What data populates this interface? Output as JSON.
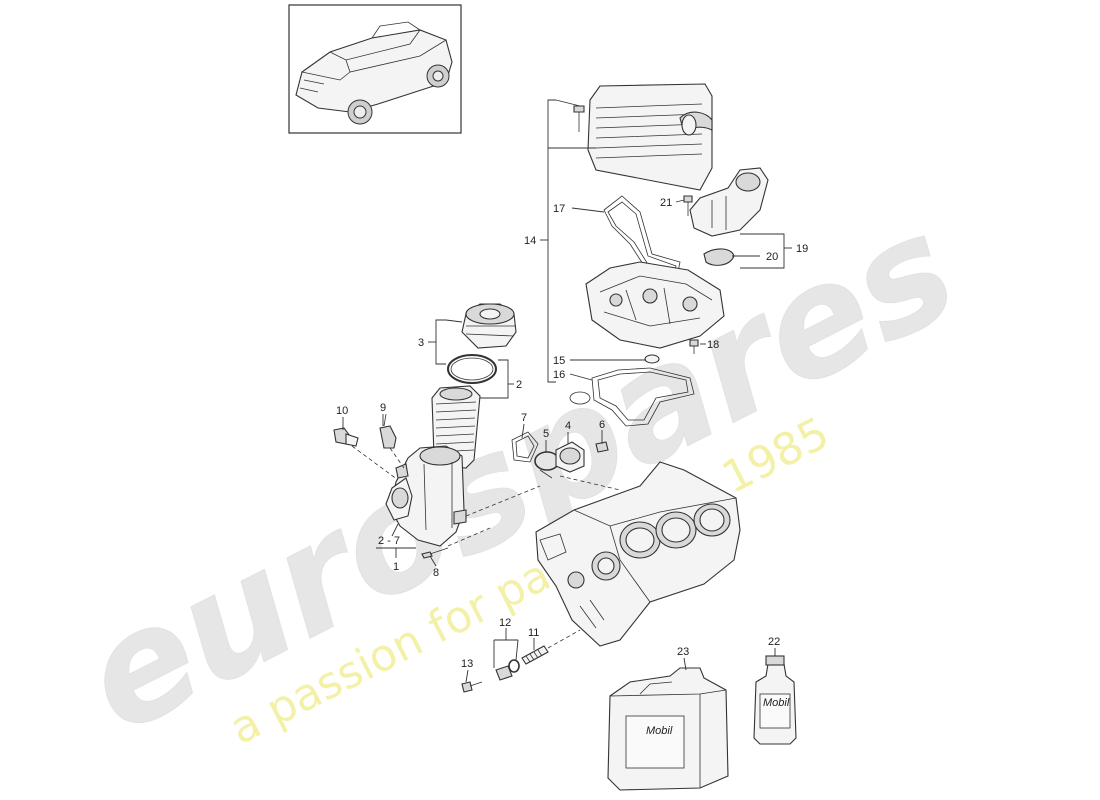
{
  "watermark": {
    "brand_text": "eurospares",
    "tagline_text": "a passion for parts since 1985",
    "brand_color": "#e6e6e6",
    "tagline_color": "#f3f1a8"
  },
  "callouts": {
    "c1": "1",
    "c2": "2",
    "c2_7": "2 - 7",
    "c3": "3",
    "c4": "4",
    "c5": "5",
    "c6": "6",
    "c7": "7",
    "c8": "8",
    "c9": "9",
    "c10": "10",
    "c11": "11",
    "c12": "12",
    "c13": "13",
    "c14": "14",
    "c15": "15",
    "c16": "16",
    "c17": "17",
    "c18": "18",
    "c19": "19",
    "c20": "20",
    "c21": "21",
    "c22": "22",
    "c23": "23"
  },
  "product_labels": {
    "canister_brand": "Mobil",
    "bottle_brand": "Mobil"
  },
  "icons": {
    "vehicle_thumbnail": "car-suv-icon"
  }
}
